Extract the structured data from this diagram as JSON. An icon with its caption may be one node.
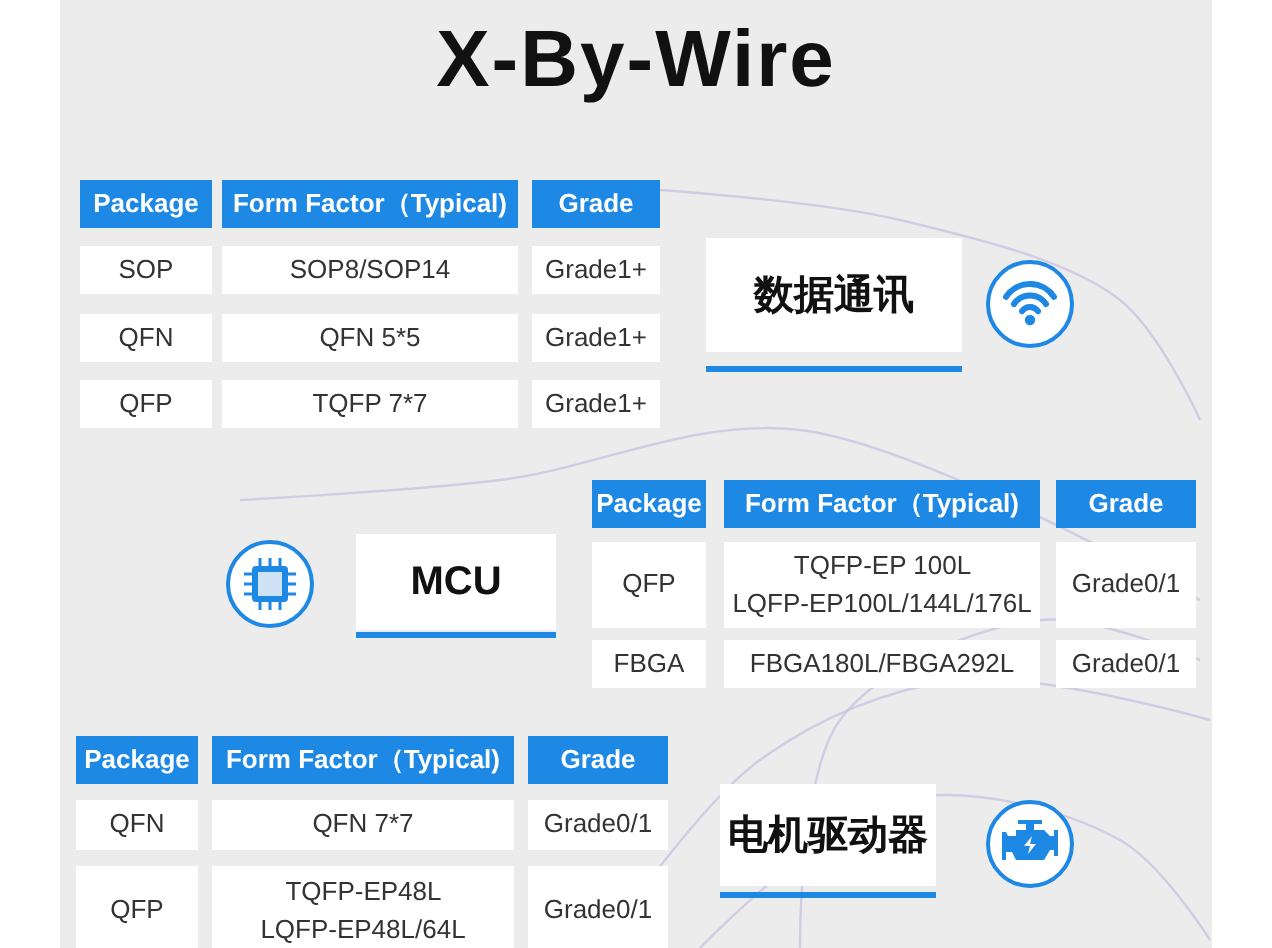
{
  "diagram": {
    "title": "X-By-Wire",
    "nodes": [
      {
        "text": [
          "数据通讯"
        ]
      },
      {
        "text": [
          "MCU"
        ]
      },
      {
        "text": [
          "电机驱动器"
        ]
      }
    ],
    "labels": [
      "Package",
      "Form Factor（Typical)",
      "Grade",
      "SOP",
      "SOP8/SOP14",
      "Grade1+",
      "QFN",
      "QFN 5*5",
      "Grade1+",
      "QFP",
      "TQFP 7*7",
      "Grade1+",
      "Package",
      "Form Factor（Typical)",
      "Grade",
      "QFP",
      "TQFP-EP 100L LQFP-EP100L/144L/176L",
      "Grade0/1",
      "FBGA",
      "FBGA180L/FBGA292L",
      "Grade0/1",
      "Package",
      "Form Factor（Typical)",
      "Grade",
      "QFN",
      "QFN 7*7",
      "Grade0/1",
      "QFP",
      "TQFP-EP48L LQFP-EP48L/64L",
      "Grade0/1"
    ]
  }
}
